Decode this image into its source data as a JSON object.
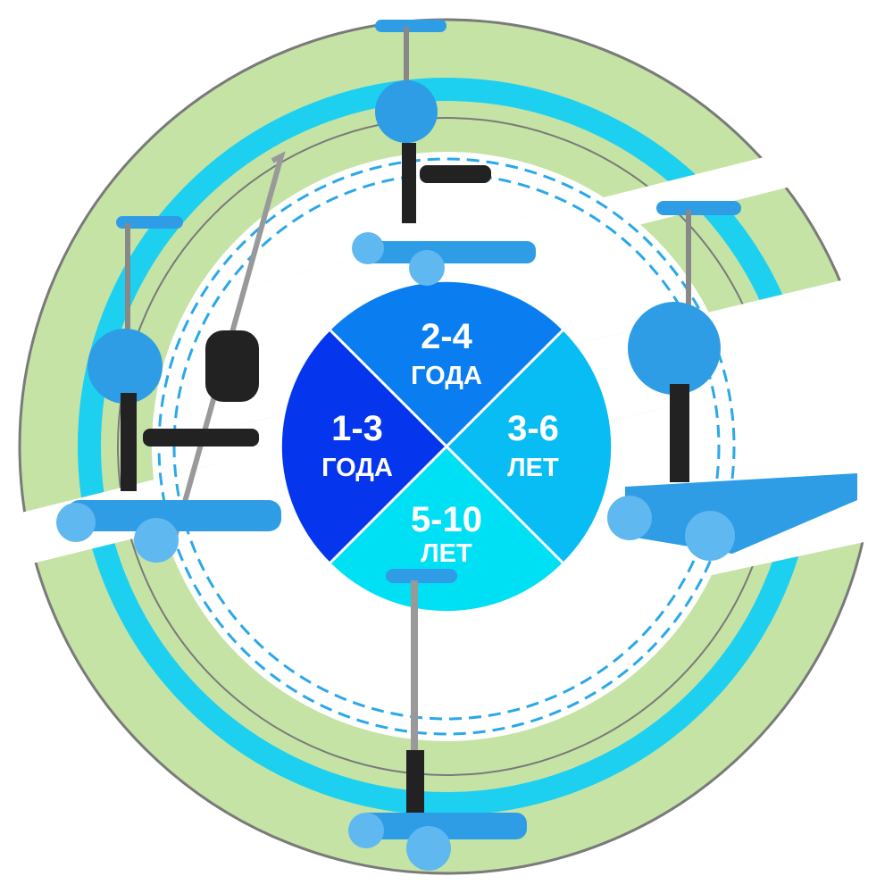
{
  "segments": [
    {
      "range": "2-4",
      "unit": "ГОДА",
      "color": "#0a7ef0"
    },
    {
      "range": "1-3",
      "unit": "ГОДА",
      "color": "#0536ee"
    },
    {
      "range": "3-6",
      "unit": "ЛЕТ",
      "color": "#08bdf3"
    },
    {
      "range": "5-10",
      "unit": "ЛЕТ",
      "color": "#00e0f4"
    }
  ],
  "colors": {
    "green": "#c5e3a5",
    "cyan": "#1ed0f0",
    "dash": "#2aa8e8",
    "outline": "#7a7a7a",
    "scooter": "#2f9de6"
  }
}
